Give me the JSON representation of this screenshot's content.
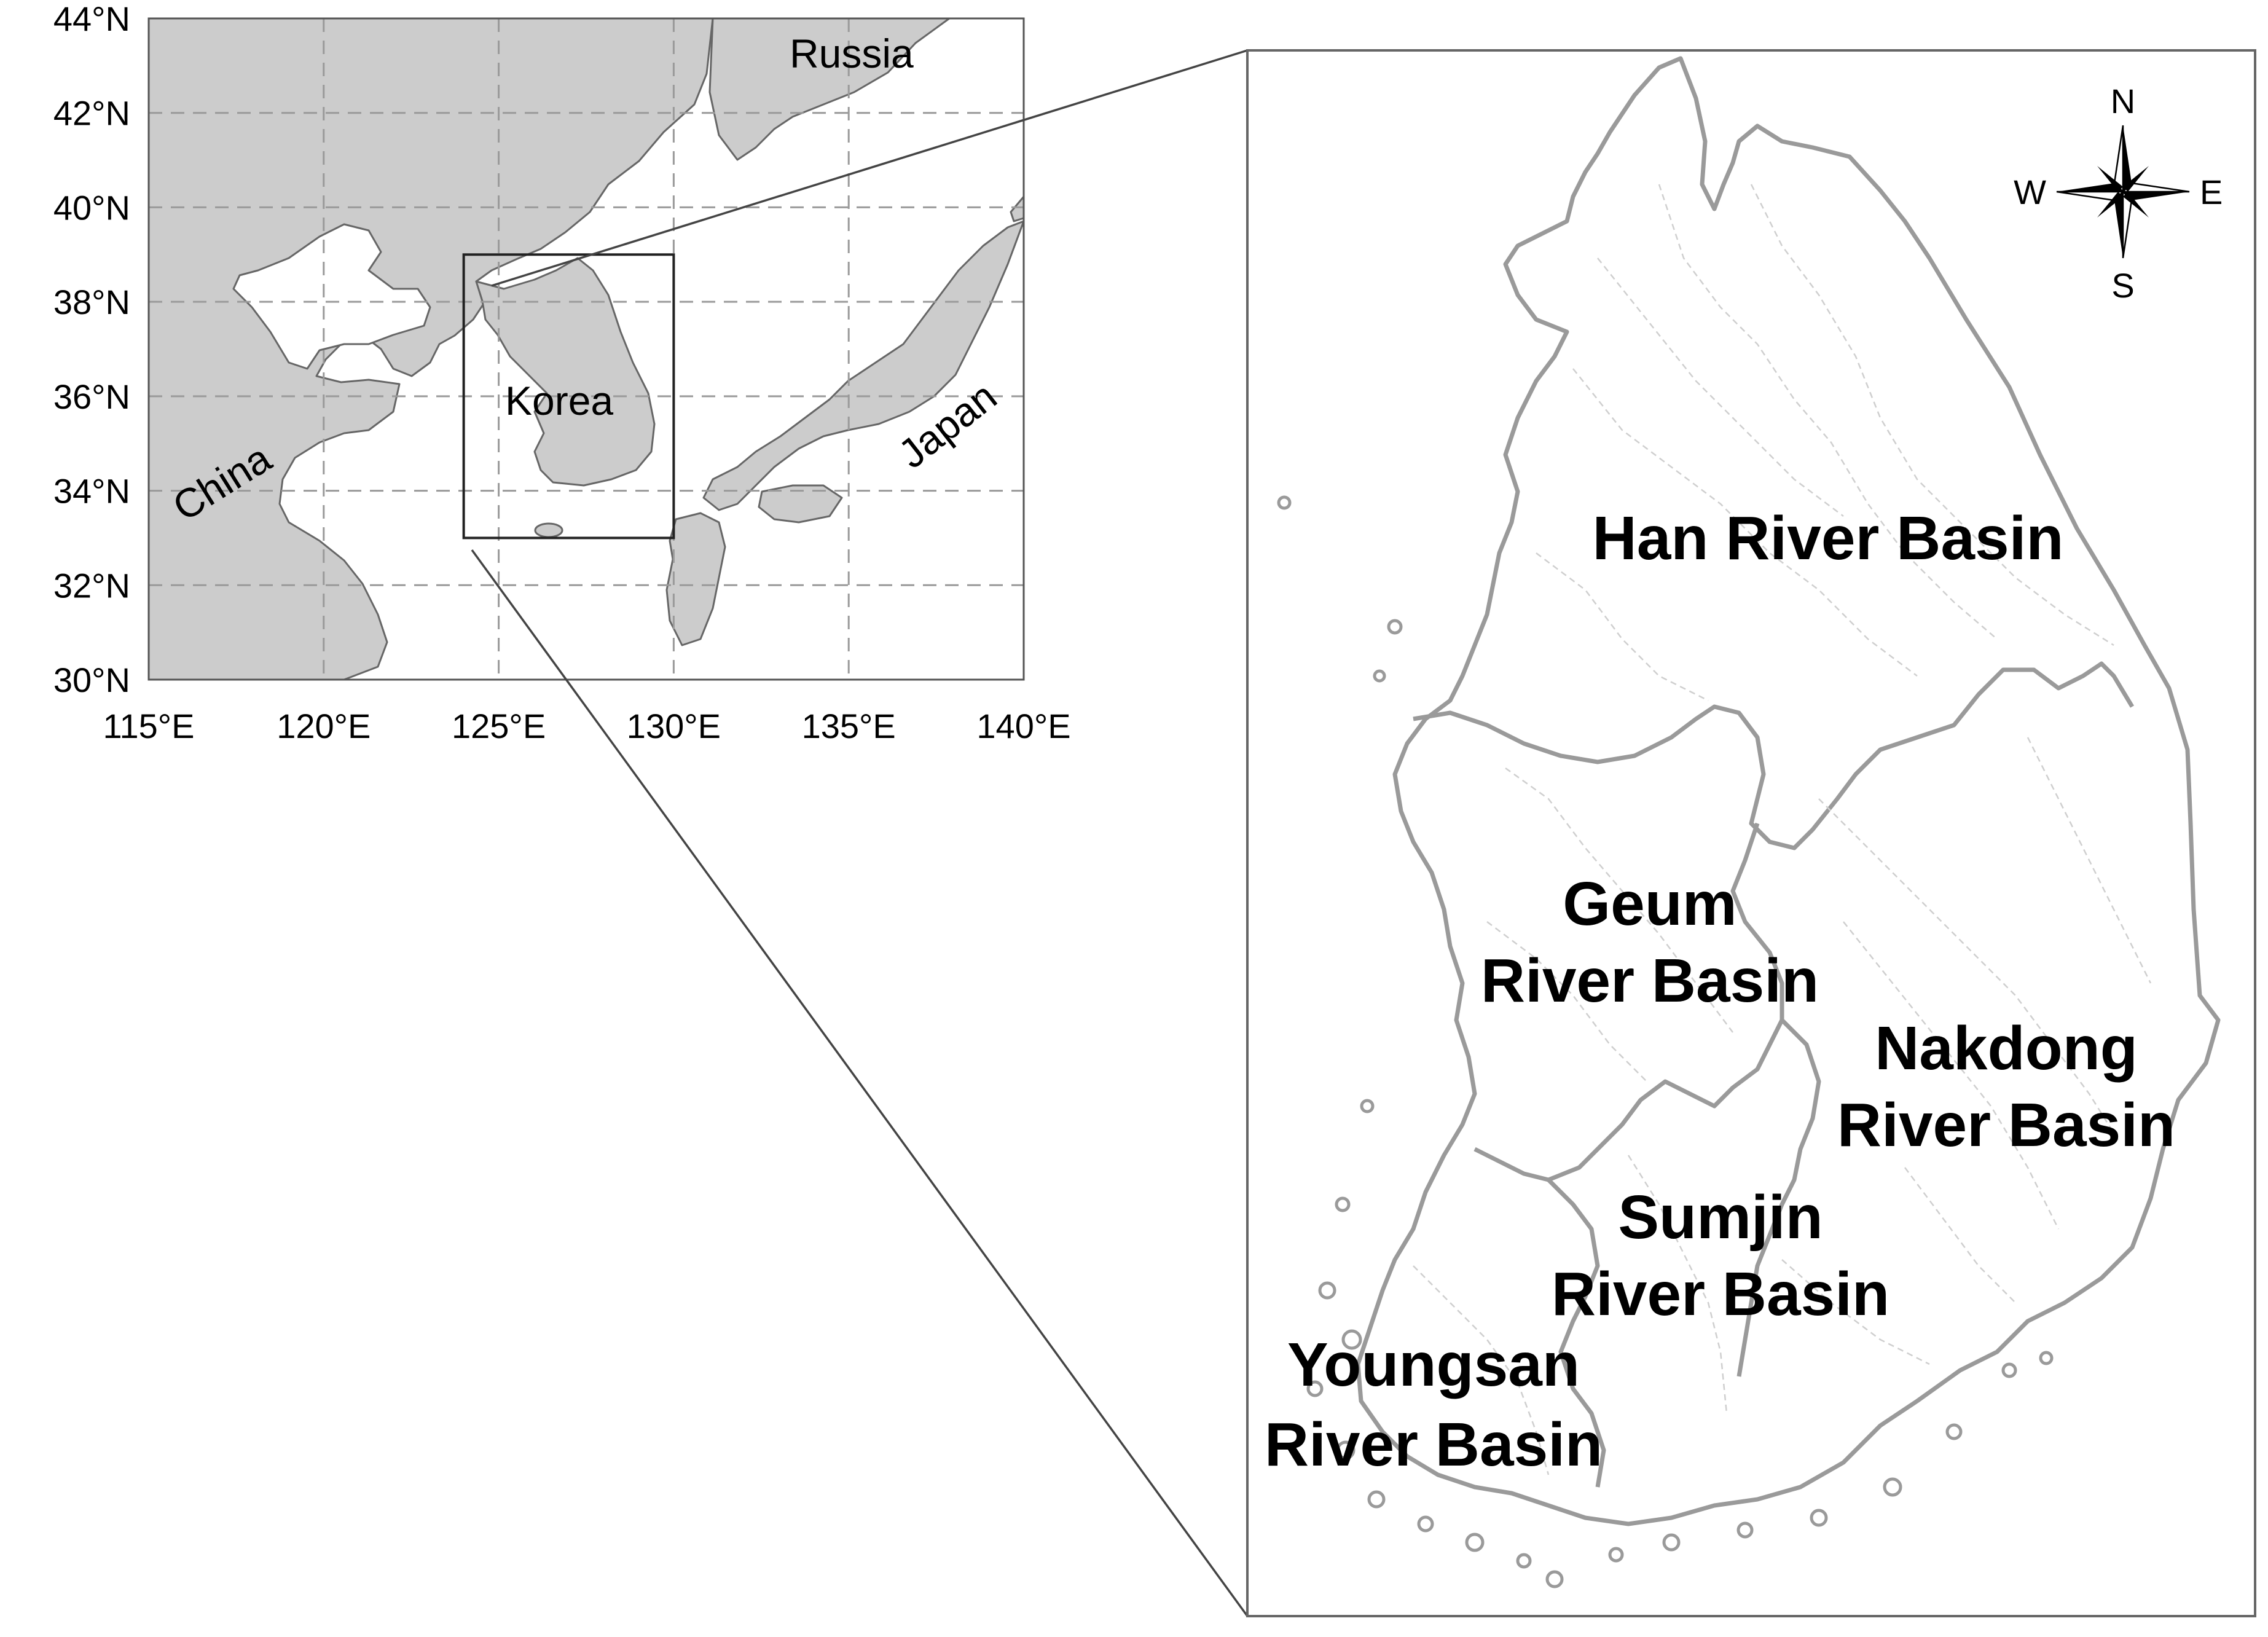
{
  "overview_map": {
    "lat_labels": [
      "44°N",
      "42°N",
      "40°N",
      "38°N",
      "36°N",
      "34°N",
      "32°N",
      "30°N"
    ],
    "lon_labels": [
      "115°E",
      "120°E",
      "125°E",
      "130°E",
      "135°E",
      "140°E"
    ],
    "lat_range": [
      30,
      44
    ],
    "lon_range": [
      115,
      140
    ],
    "study_box": {
      "lon": [
        124,
        130
      ],
      "lat": [
        33,
        39
      ]
    },
    "countries": {
      "russia": "Russia",
      "korea": "Korea",
      "china": "China",
      "japan": "Japan"
    },
    "colors": {
      "land": "#cccccc",
      "sea": "#ffffff",
      "grid": "#9a9a9a",
      "coast": "#666666"
    }
  },
  "detail_map": {
    "basins": {
      "han": [
        "Han River Basin"
      ],
      "geum": [
        "Geum",
        "River Basin"
      ],
      "nakdong": [
        "Nakdong",
        "River Basin"
      ],
      "sumjin": [
        "Sumjin",
        "River Basin"
      ],
      "youngsan": [
        "Youngsan",
        "River Basin"
      ]
    },
    "compass": {
      "n": "N",
      "s": "S",
      "e": "E",
      "w": "W"
    },
    "colors": {
      "basin_border": "#999999",
      "subbasin": "#c8c8c8",
      "fill": "#ffffff"
    }
  }
}
